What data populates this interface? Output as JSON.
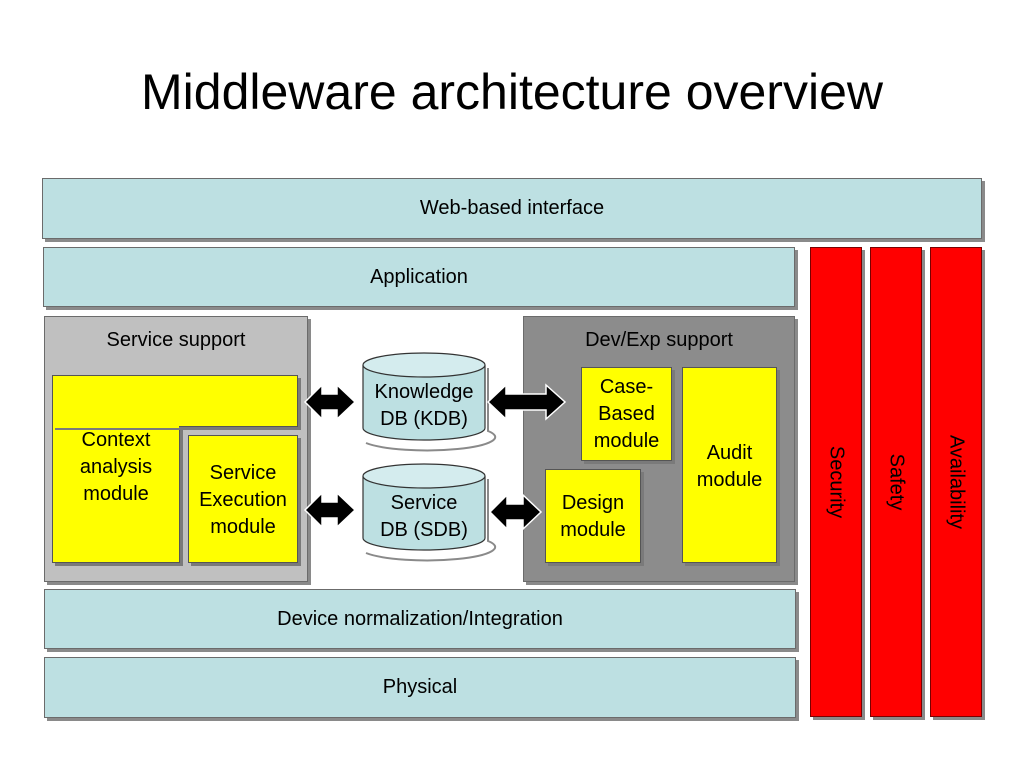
{
  "title": "Middleware architecture overview",
  "layers": {
    "web": "Web-based interface",
    "application": "Application",
    "device": "Device normalization/Integration",
    "physical": "Physical"
  },
  "service_support": {
    "title": "Service support",
    "context_module": [
      "Context",
      "analysis",
      "module"
    ],
    "execution_module": [
      "Service",
      "Execution",
      "module"
    ]
  },
  "databases": {
    "kdb": [
      "Knowledge",
      "DB (KDB)"
    ],
    "sdb": [
      "Service",
      "DB (SDB)"
    ]
  },
  "dev_exp_support": {
    "title": "Dev/Exp support",
    "case_module": [
      "Case-",
      "Based",
      "module"
    ],
    "audit_module": [
      "Audit",
      "module"
    ],
    "design_module": [
      "Design",
      "module"
    ]
  },
  "cross_cutting": {
    "security": "Security",
    "safety": "Safety",
    "availability": "Availability"
  },
  "colors": {
    "layer": "#bde0e2",
    "service_panel": "#c0c0c0",
    "devexp_panel": "#8c8c8c",
    "module": "#ffff00",
    "cross_cutting": "#ff0000"
  }
}
